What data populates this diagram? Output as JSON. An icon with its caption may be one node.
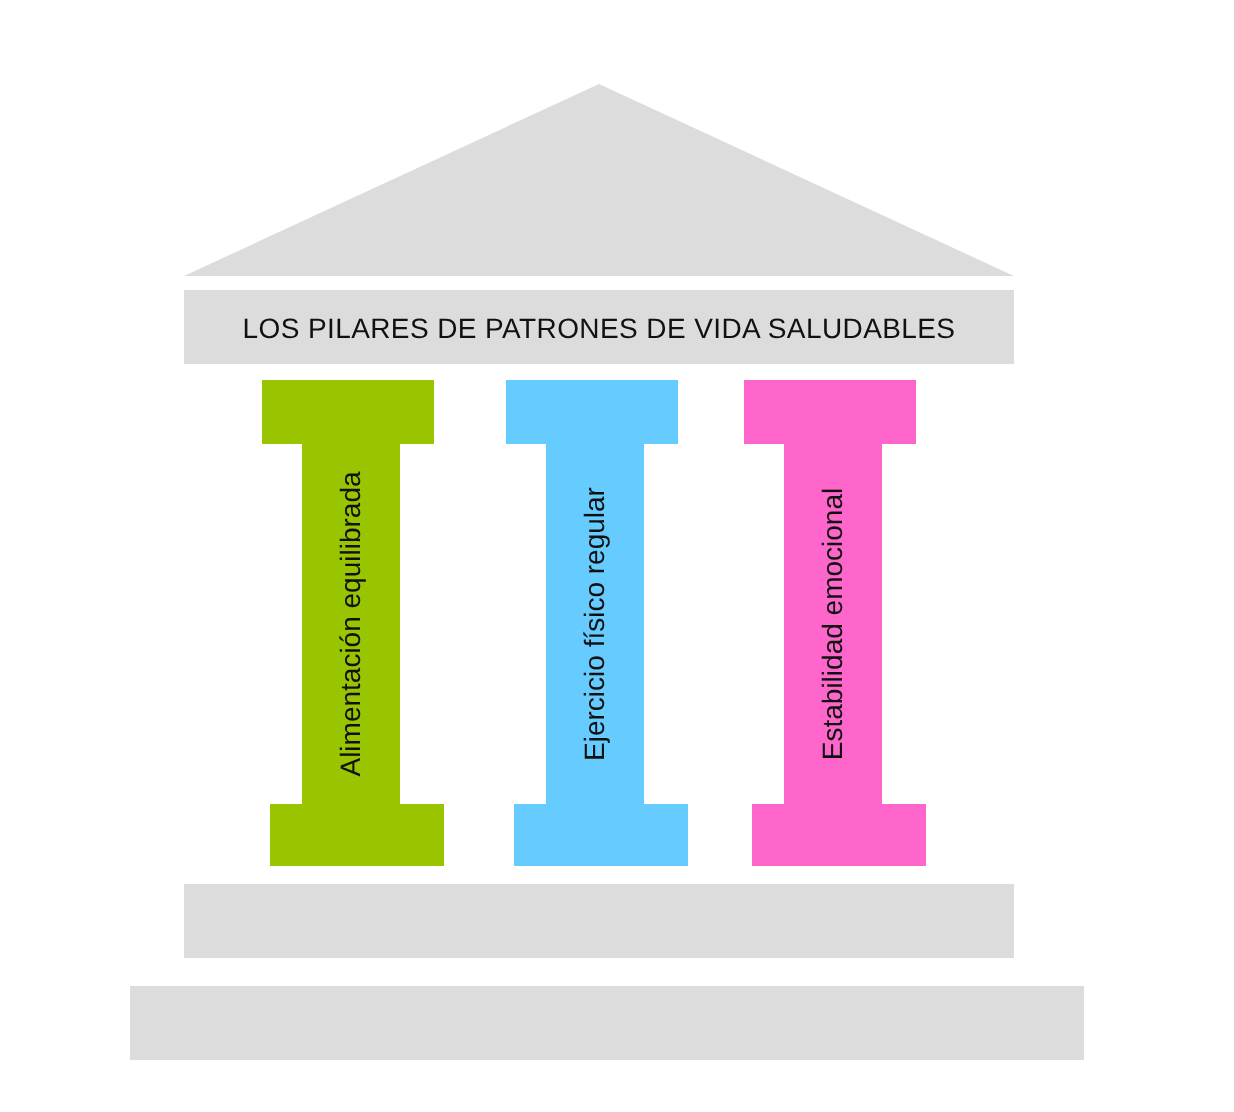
{
  "diagram": {
    "nodes": [
      {
        "text": [],
        "shape": "triangle"
      },
      {
        "text": [
          "LOS PILARES DE PATRONES DE VIDA SALUDABLES"
        ]
      },
      {
        "text": [
          "Alimentación equilibrada"
        ]
      },
      {
        "text": [
          "Ejercicio físico regular"
        ]
      },
      {
        "text": [
          "Estabilidad emocional"
        ]
      },
      {
        "text": [],
        "shape": "bar"
      },
      {
        "text": [],
        "shape": "bar"
      }
    ]
  }
}
